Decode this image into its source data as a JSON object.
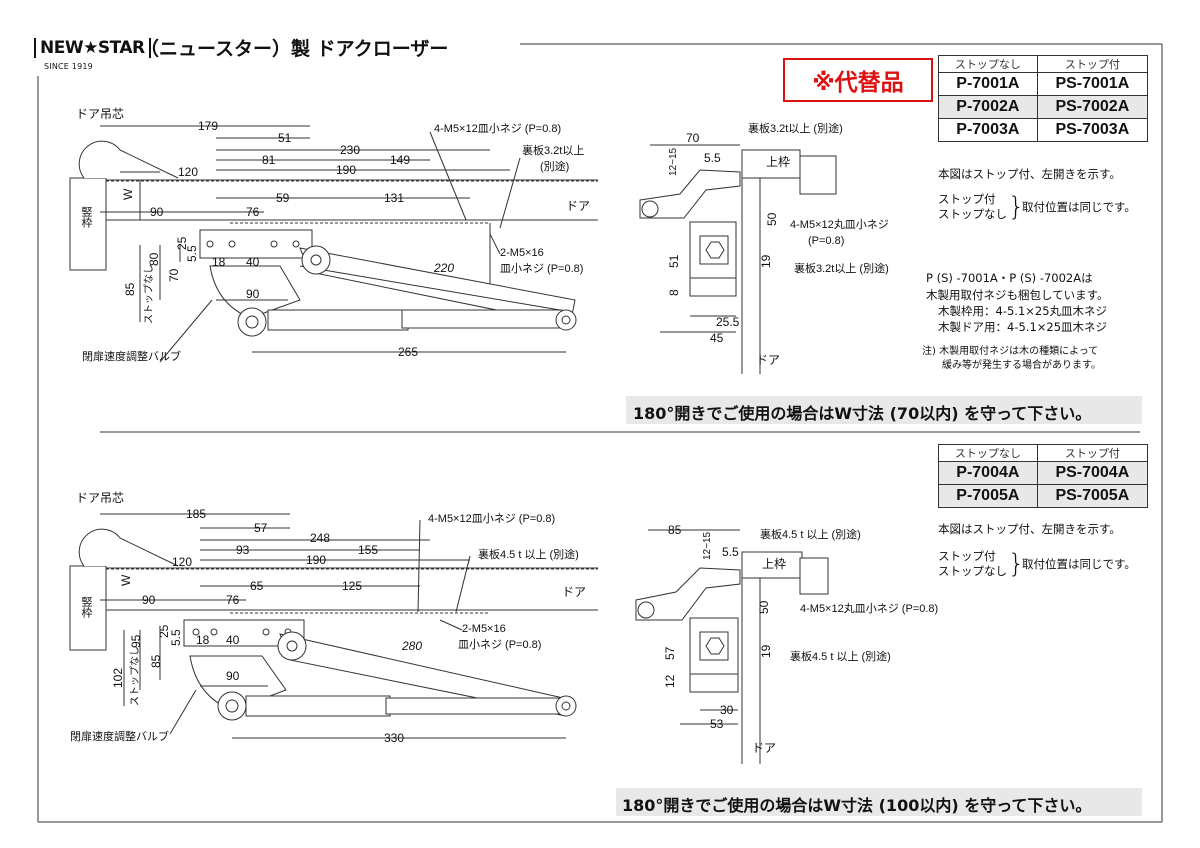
{
  "brand": {
    "logo": "NEW★STAR",
    "since": "SINCE 1919",
    "title": "（ニュースター）製 ドアクローザー"
  },
  "substitute_badge": "※代替品",
  "section1": {
    "table_headers": [
      "ストップなし",
      "ストップ付"
    ],
    "models": [
      [
        "P-7001A",
        "PS-7001A"
      ],
      [
        "P-7002A",
        "PS-7002A"
      ],
      [
        "P-7003A",
        "PS-7003A"
      ]
    ],
    "note_figure": "本図はストップ付、左開きを示す。",
    "note_stop_with": "ストップ付",
    "note_stop_without": "ストップなし",
    "note_same_position": "取付位置は同じです。",
    "note_wood_1": "P (S) -7001A・P (S) -7002Aは",
    "note_wood_2": "木製用取付ネジも梱包しています。",
    "note_wood_3": "木製枠用：4-5.1×25丸皿木ネジ",
    "note_wood_4": "木製ドア用：4-5.1×25皿木ネジ",
    "note_caution_1": "注) 木製用取付ネジは木の種類によって",
    "note_caution_2": "緩み等が発生する場合があります。",
    "warning": "180°開きでご使用の場合はW寸法 (70以内) を守って下さい。",
    "dims": {
      "hinge": "ドア吊芯",
      "d179": "179",
      "d51": "51",
      "d230": "230",
      "d81": "81",
      "d149": "149",
      "d120": "120",
      "d190": "190",
      "d59": "59",
      "d131": "131",
      "d90": "90",
      "d76": "76",
      "w": "W",
      "d25": "25",
      "d55": "5.5",
      "d18": "18",
      "d40": "40",
      "d220": "220",
      "d80": "80",
      "d70": "70",
      "d85": "85",
      "d90b": "90",
      "d265": "265",
      "screw_top": "4-M5×12皿小ネジ (P=0.8)",
      "backplate": "裏板3.2t以上",
      "separate": "(別途)",
      "screw_2a": "2-M5×16",
      "screw_2b": "皿小ネジ (P=0.8)",
      "door": "ドア",
      "frame": "竪枠",
      "stop_none": "ストップなし",
      "valve": "閉扉速度調整バルブ",
      "s_d70": "70",
      "s_1215": "12~15",
      "s_55": "5.5",
      "s_upper": "上枠",
      "s_backplate_top": "裏板3.2t以上 (別途)",
      "s_screw": "4-M5×12丸皿小ネジ",
      "s_screw_p": "(P=0.8)",
      "s_50": "50",
      "s_51": "51",
      "s_19": "19",
      "s_8": "8",
      "s_backplate_bot": "裏板3.2t以上 (別途)",
      "s_255": "25.5",
      "s_45": "45",
      "s_door": "ドア"
    }
  },
  "section2": {
    "table_headers": [
      "ストップなし",
      "ストップ付"
    ],
    "models": [
      [
        "P-7004A",
        "PS-7004A"
      ],
      [
        "P-7005A",
        "PS-7005A"
      ]
    ],
    "note_figure": "本図はストップ付、左開きを示す。",
    "note_stop_with": "ストップ付",
    "note_stop_without": "ストップなし",
    "note_same_position": "取付位置は同じです。",
    "warning": "180°開きでご使用の場合はW寸法 (100以内) を守って下さい。",
    "dims": {
      "hinge": "ドア吊芯",
      "d185": "185",
      "d57": "57",
      "d248": "248",
      "d93": "93",
      "d155": "155",
      "d120": "120",
      "d190": "190",
      "d65": "65",
      "d125": "125",
      "d90": "90",
      "d76": "76",
      "w": "W",
      "d25": "25",
      "d55": "5.5",
      "d18": "18",
      "d40": "40",
      "d280": "280",
      "d95": "95",
      "d85": "85",
      "d102": "102",
      "d90b": "90",
      "d330": "330",
      "screw_top": "4-M5×12皿小ネジ (P=0.8)",
      "backplate": "裏板4.5 t 以上 (別途)",
      "screw_2a": "2-M5×16",
      "screw_2b": "皿小ネジ (P=0.8)",
      "door": "ドア",
      "frame": "竪枠",
      "stop_none": "ストップなし",
      "valve": "閉扉速度調整バルブ",
      "s_d85": "85",
      "s_1215": "12~15",
      "s_55": "5.5",
      "s_upper": "上枠",
      "s_backplate_top": "裏板4.5 t 以上 (別途)",
      "s_screw": "4-M5×12丸皿小ネジ (P=0.8)",
      "s_50": "50",
      "s_57": "57",
      "s_19": "19",
      "s_12": "12",
      "s_backplate_bot": "裏板4.5 t 以上 (別途)",
      "s_30": "30",
      "s_53": "53",
      "s_door": "ドア"
    }
  }
}
